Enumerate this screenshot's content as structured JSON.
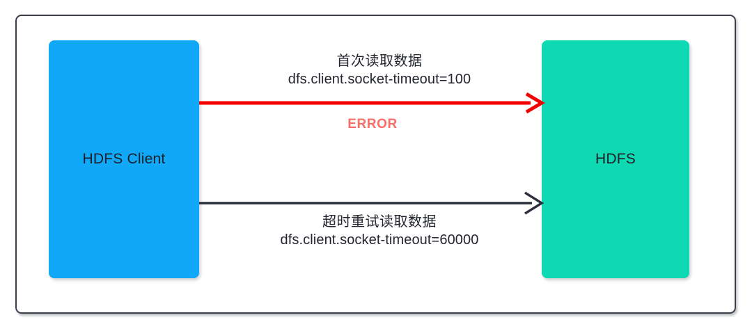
{
  "diagram": {
    "type": "flow",
    "title": "HDFS client socket timeout retry flow",
    "background_color": "#ffffff",
    "frame": {
      "border_color": "#3a3f4b",
      "name": "diagram-frame"
    },
    "nodes": [
      {
        "id": "hdfs-client",
        "label": "HDFS Client",
        "color": "#11A8F8",
        "text_color": "#1b1f27"
      },
      {
        "id": "hdfs",
        "label": "HDFS",
        "color": "#0FD9B2",
        "text_color": "#1b1f27"
      }
    ],
    "edges": [
      {
        "id": "first-read",
        "from": "hdfs-client",
        "to": "hdfs",
        "color": "#F50000",
        "direction": "right",
        "label_lines": [
          "首次读取数据",
          "dfs.client.socket-timeout=100"
        ],
        "status": "ERROR",
        "status_color": "#FA6E68"
      },
      {
        "id": "retry-read",
        "from": "hdfs-client",
        "to": "hdfs",
        "color": "#2B2E3B",
        "direction": "right",
        "label_lines": [
          "超时重试读取数据",
          "dfs.client.socket-timeout=60000"
        ]
      }
    ]
  }
}
